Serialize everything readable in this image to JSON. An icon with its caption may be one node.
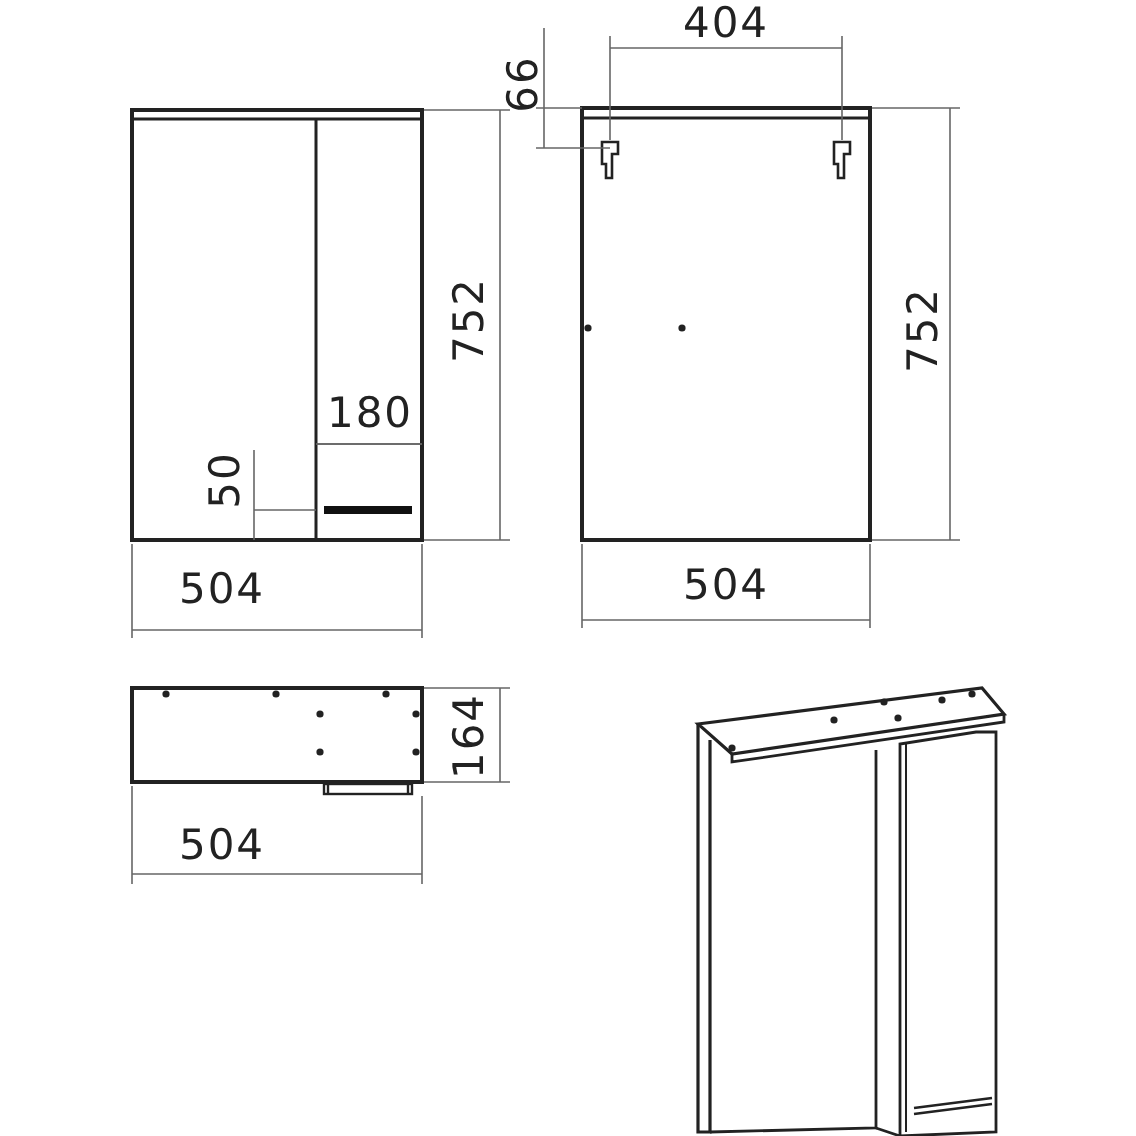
{
  "diagram": {
    "labels": [
      "404",
      "66",
      "752",
      "752",
      "180",
      "50",
      "504",
      "504",
      "164",
      "504"
    ]
  }
}
